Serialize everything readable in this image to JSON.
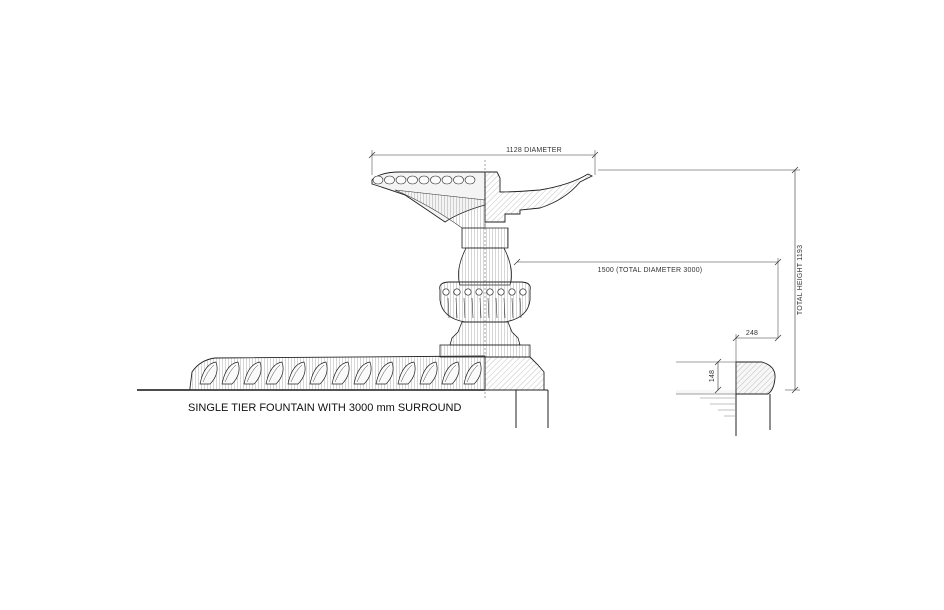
{
  "caption": "SINGLE TIER FOUNTAIN WITH 3000 mm SURROUND",
  "dimensions": {
    "bowl_diameter": "1128 DIAMETER",
    "surround_radius": "1500 (TOTAL DIAMETER 3000)",
    "total_height": "TOTAL HEIGHT 1193",
    "kerb_width": "248",
    "kerb_height": "148"
  },
  "colors": {
    "line": "#222222",
    "hatch": "#555555",
    "stone_fill": "#f2f2f2",
    "background": "#ffffff"
  }
}
